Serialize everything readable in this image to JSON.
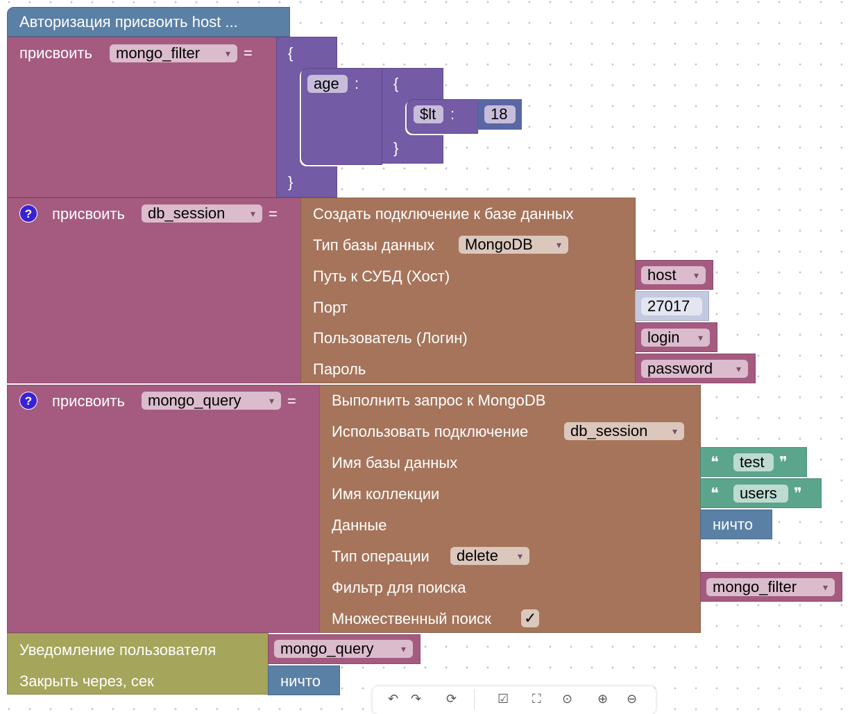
{
  "hat": {
    "title": "Авторизация присвоить host ..."
  },
  "set_filter": {
    "label": "присвоить",
    "var": "mongo_filter",
    "eq": "=",
    "obj": {
      "open": "{",
      "close": "}",
      "key": "age",
      "colon": ":",
      "inner": {
        "open": "{",
        "close": "}",
        "key": "$lt",
        "colon": ":",
        "value": "18"
      }
    }
  },
  "set_session": {
    "help": "?",
    "label": "присвоить",
    "var": "db_session",
    "eq": "=",
    "block": {
      "title": "Создать подключение к базе данных",
      "db_type_label": "Тип базы данных",
      "db_type": "MongoDB",
      "host_label": "Путь к СУБД (Хост)",
      "host": "host",
      "port_label": "Порт",
      "port": "27017",
      "user_label": "Пользователь (Логин)",
      "user": "login",
      "pass_label": "Пароль",
      "pass": "password"
    }
  },
  "set_query": {
    "help": "?",
    "label": "присвоить",
    "var": "mongo_query",
    "eq": "=",
    "block": {
      "title": "Выполнить запрос к MongoDB",
      "conn_label": "Использовать подключение",
      "conn": "db_session",
      "db_label": "Имя базы данных",
      "db": "test",
      "coll_label": "Имя коллекции",
      "coll": "users",
      "data_label": "Данные",
      "data": "ничто",
      "op_label": "Тип операции",
      "op": "delete",
      "filter_label": "Фильтр для поиска",
      "filter": "mongo_filter",
      "multi_label": "Множественный поиск",
      "multi": "✓"
    }
  },
  "notify": {
    "label": "Уведомление пользователя",
    "value": "mongo_query",
    "close_label": "Закрыть через, сек",
    "close": "ничто"
  },
  "quote_open": "❝",
  "quote_close": "❞",
  "toolbar": {
    "undo": "↶",
    "redo": "↷",
    "history": "⟳",
    "check": "☑",
    "fullscreen": "⛶",
    "center": "⊙",
    "zoom_in": "⊕",
    "zoom_out": "⊖"
  }
}
